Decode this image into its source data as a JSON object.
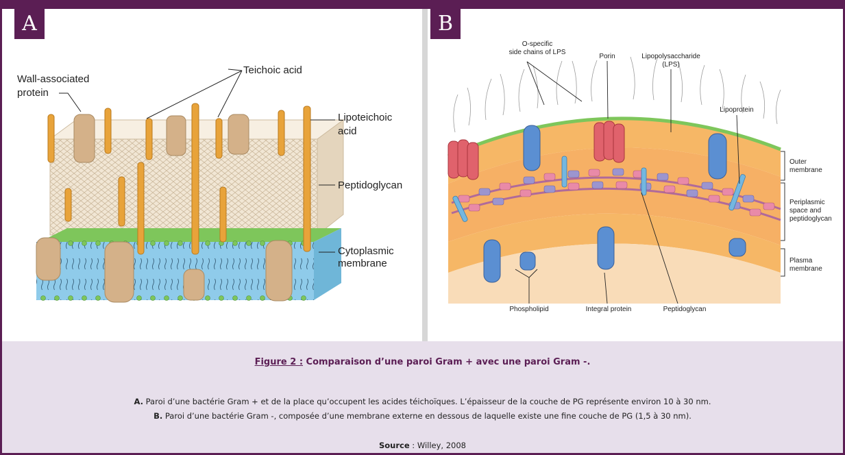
{
  "panels": {
    "a": {
      "letter": "A",
      "labels": {
        "wall_protein": [
          "Wall-associated",
          "protein"
        ],
        "teichoic": "Teichoic acid",
        "lipoteichoic": [
          "Lipoteichoic",
          "acid"
        ],
        "peptidoglycan": "Peptidoglycan",
        "cytoplasmic": [
          "Cytoplasmic",
          "membrane"
        ]
      }
    },
    "b": {
      "letter": "B",
      "labels": {
        "ospecific": [
          "O-specific",
          "side chains of LPS"
        ],
        "porin": "Porin",
        "lps": [
          "Lipopolysaccharide",
          "(LPS)"
        ],
        "lipoprotein": "Lipoprotein",
        "outer_membrane": [
          "Outer",
          "membrane"
        ],
        "periplasmic": [
          "Periplasmic",
          "space and",
          "peptidoglycan"
        ],
        "plasma": [
          "Plasma",
          "membrane"
        ],
        "phospholipid": "Phospholipid",
        "integral": "Integral protein",
        "peptidoglycan": "Peptidoglycan"
      }
    }
  },
  "caption": {
    "fig_num": "Figure 2 :",
    "fig_title": " Comparaison d’une paroi Gram + avec une paroi Gram -.",
    "a_bold": "A.",
    "a_text": " Paroi d’une bactérie Gram + et de la place qu’occupent les acides téichoïques. L’épaisseur de la couche de PG représente environ 10 à 30 nm.",
    "b_bold": "B.",
    "b_text": " Paroi d’une bactérie Gram -, composée d’une membrane externe en dessous de laquelle existe une fine couche de PG (1,5 à 30 nm).",
    "src_bold": "Source",
    "src_text": " : Willey, 2008"
  },
  "colors": {
    "frame": "#5b1e54",
    "caption_bg": "#e7dfeb",
    "teichoic": "#e8a33a",
    "protein": "#d4b189",
    "membrane_blue": "#8fcbea",
    "head_green": "#7ec65b",
    "porin_red": "#e0626c",
    "integral_blue": "#5b8fd2",
    "pg_pink": "#e98aa8",
    "pg_purple": "#9c95cf"
  }
}
